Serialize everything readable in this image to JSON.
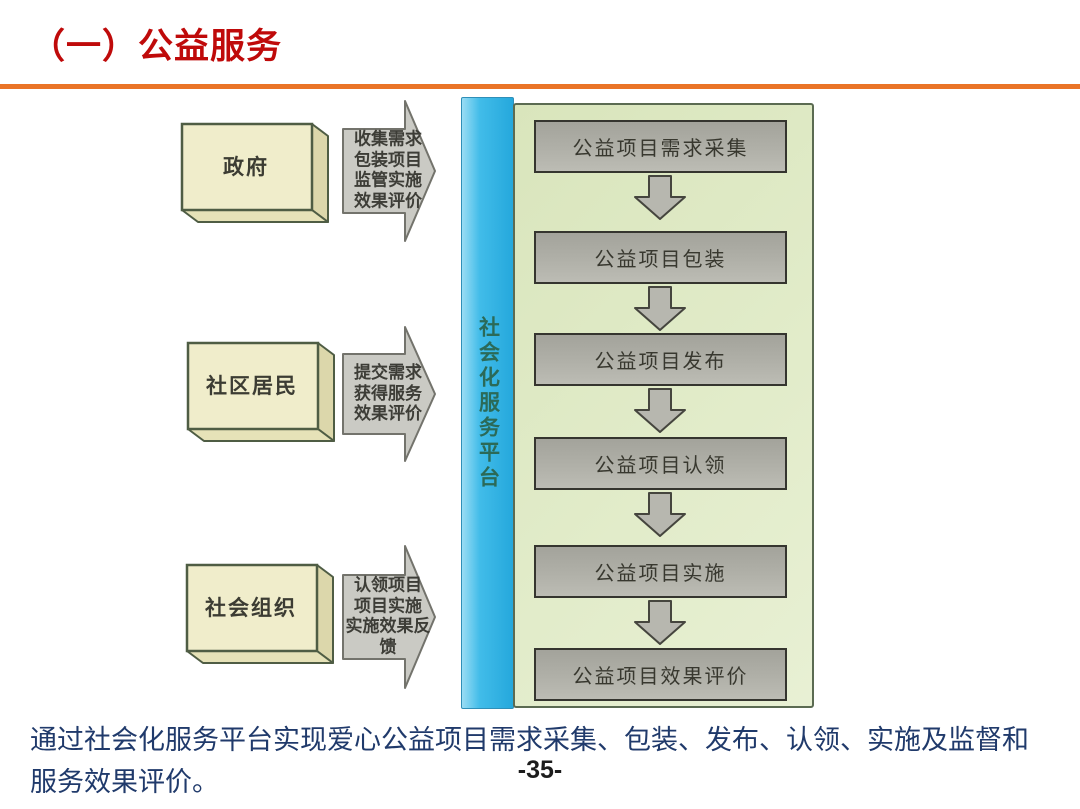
{
  "slide": {
    "title": "（一）公益服务",
    "caption": "通过社会化服务平台实现爱心公益项目需求采集、包装、发布、认领、实施及监督和\n服务效果评价。",
    "page_number": "-35-",
    "colors": {
      "title_red": "#bf0a0a",
      "divider_orange": "#ea7427",
      "actor_box_fill": "#f0edcb",
      "actor_box_border": "#4f5d44",
      "platform_bar_blue": "#35b5e5",
      "platform_text": "#2b6a58",
      "panel_green": "#dde8c2",
      "panel_border": "#5b6b52",
      "step_box_gray": "#acaca4",
      "caption_navy": "#203a6b"
    }
  },
  "diagram": {
    "platform_label": "社会化服务平台",
    "actors": [
      {
        "label": "政府",
        "arrow_text": "收集需求\n包装项目\n监管实施\n效果评价"
      },
      {
        "label": "社区居民",
        "arrow_text": "提交需求\n获得服务\n效果评价"
      },
      {
        "label": "社会组织",
        "arrow_text": "认领项目\n项目实施\n实施效果反馈"
      }
    ],
    "steps": [
      "公益项目需求采集",
      "公益项目包装",
      "公益项目发布",
      "公益项目认领",
      "公益项目实施",
      "公益项目效果评价"
    ]
  }
}
